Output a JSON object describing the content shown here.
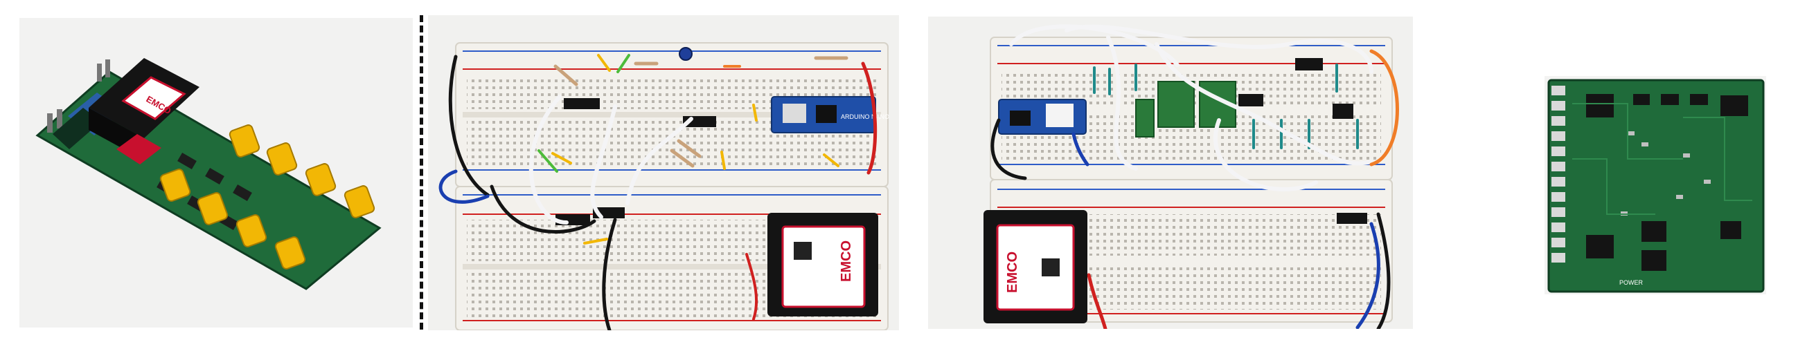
{
  "photos": {
    "photo_1": {
      "label_brand": "EMCO"
    },
    "photo_2": {
      "label_brand": "EMCO",
      "module_text": "ARDUINO NANO"
    },
    "photo_3": {
      "label_brand": "EMCO"
    },
    "photo_4": {
      "pcb_text": "POWER"
    }
  },
  "colors": {
    "background": "#ffffff",
    "photo_bg": "#f1f1ef",
    "pcb_green": "#1f6b3a",
    "breadboard": "#f3f1ec",
    "emco_red": "#c8102e",
    "module_black": "#141414",
    "arduino_blue": "#1f4fa8",
    "connector_yellow": "#f2b705",
    "wire_white": "#f4f4f6",
    "wire_black": "#141414",
    "wire_blue": "#1a3fb0",
    "wire_red": "#d0201f",
    "wire_orange": "#f07d28"
  },
  "icons": [
    "divider-dashed",
    "xt60-connector",
    "dip-ic",
    "resistor",
    "ce-mark"
  ]
}
